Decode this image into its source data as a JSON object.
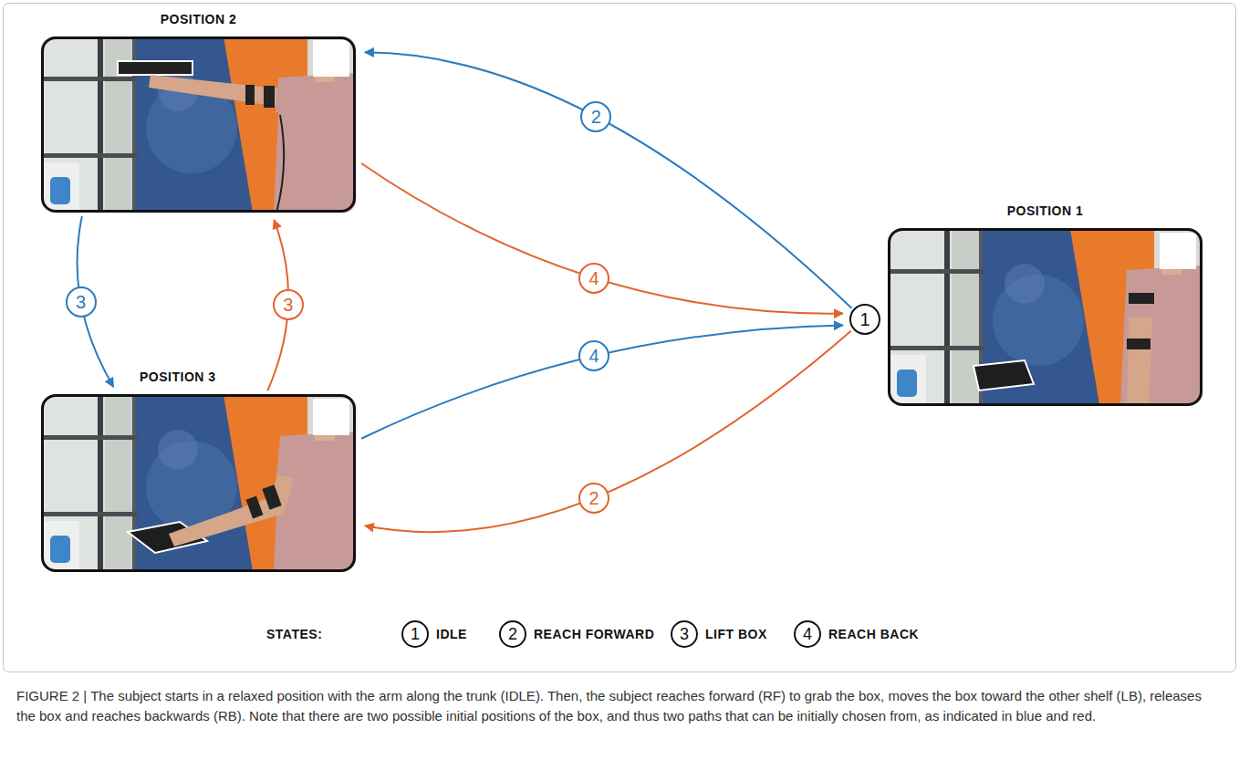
{
  "diagram": {
    "caption": "FIGURE 2 | The subject starts in a relaxed position with the arm along the trunk (IDLE). Then, the subject reaches forward (RF) to grab the box, moves the box toward the other shelf (LB), releases the box and reaches backwards (RB). Note that there are two possible initial positions of the box, and thus two paths that can be initially chosen from, as indicated in blue and red.",
    "nodes": [
      {
        "text": [
          "POSITION 2"
        ]
      },
      {
        "text": [
          "POSITION 3"
        ]
      },
      {
        "text": [
          "POSITION 1"
        ]
      },
      {
        "text": [
          "1"
        ]
      }
    ],
    "edges": [
      {
        "from": 3,
        "to": 0,
        "label": "2",
        "arrow": "to"
      },
      {
        "from": 0,
        "to": 1,
        "label": "3",
        "arrow": "to"
      },
      {
        "from": 1,
        "to": 0,
        "label": "3",
        "arrow": "to"
      },
      {
        "from": 0,
        "to": 3,
        "label": "4",
        "arrow": "to"
      },
      {
        "from": 1,
        "to": 3,
        "label": "4",
        "arrow": "to"
      },
      {
        "from": 3,
        "to": 1,
        "label": "2",
        "arrow": "to"
      }
    ],
    "labels": [
      "1",
      "2",
      "3",
      "4",
      "STATES:"
    ],
    "legend": [
      {
        "text": "IDLE"
      },
      {
        "text": "REACH FORWARD"
      },
      {
        "text": "LIFT BOX"
      },
      {
        "text": "REACH BACK"
      }
    ]
  }
}
